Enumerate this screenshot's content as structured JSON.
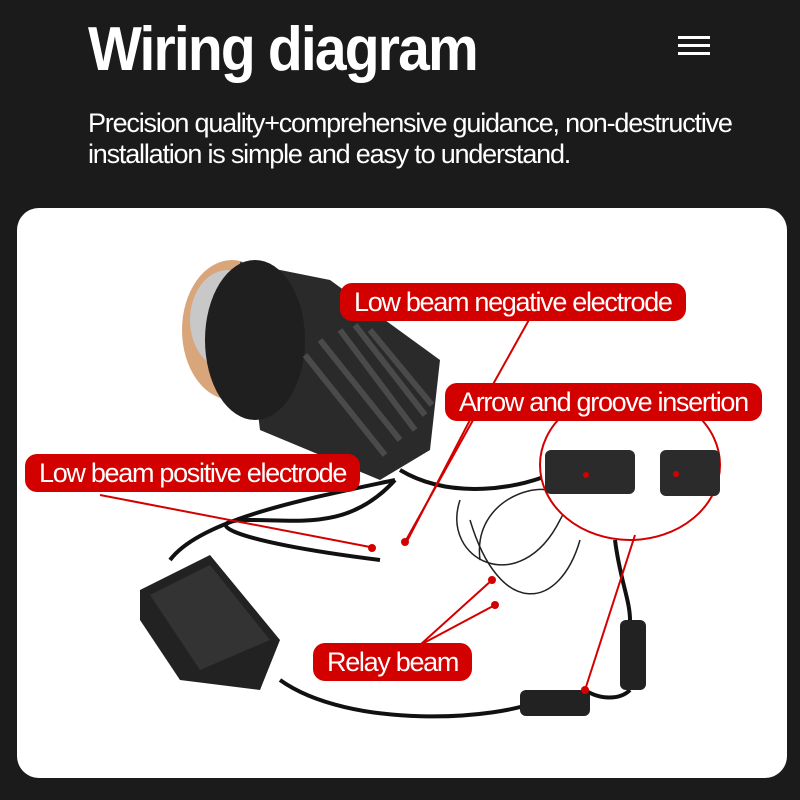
{
  "header": {
    "title": "Wiring diagram",
    "subtitle": "Precision quality+comprehensive guidance, non-destructive installation is simple and easy to understand.",
    "menu_icon": "hamburger-menu-icon"
  },
  "diagram": {
    "labels": {
      "low_beam_negative": "Low beam negative electrode",
      "arrow_groove": "Arrow and groove insertion",
      "low_beam_positive": "Low beam positive electrode",
      "relay_beam": "Relay beam"
    },
    "colors": {
      "label_bg": "#d30000",
      "background": "#1b1b1b",
      "card": "#ffffff"
    }
  }
}
